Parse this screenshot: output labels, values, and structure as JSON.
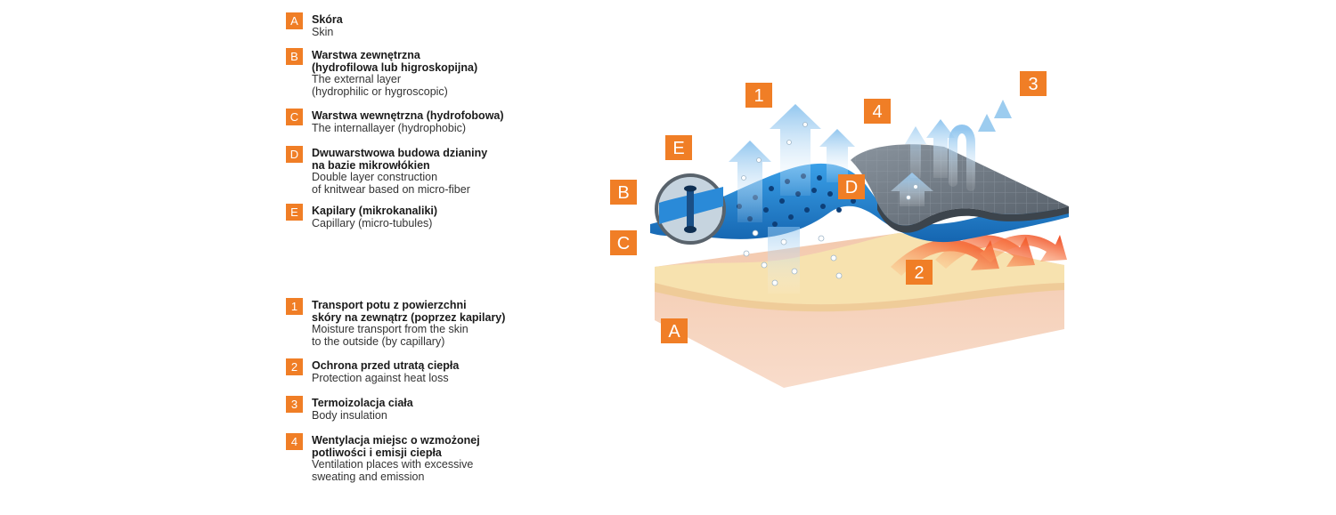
{
  "legend_letters": [
    {
      "key": "A",
      "pl": "Skóra",
      "en": "Skin"
    },
    {
      "key": "B",
      "pl": "Warstwa zewnętrzna\n(hydrofilowa lub higroskopijna)",
      "en": "The external layer\n(hydrophilic or hygroscopic)"
    },
    {
      "key": "C",
      "pl": "Warstwa wewnętrzna (hydrofobowa)",
      "en": "The internallayer (hydrophobic)"
    },
    {
      "key": "D",
      "pl": "Dwuwarstwowa budowa dzianiny\nna bazie mikrowłókien",
      "en": "Double layer construction\nof knitwear based on micro-fiber"
    },
    {
      "key": "E",
      "pl": "Kapilary (mikrokanaliki)",
      "en": "Capillary (micro-tubules)"
    }
  ],
  "legend_numbers": [
    {
      "key": "1",
      "pl": "Transport potu z powierzchni\nskóry na zewnątrz (poprzez kapilary)",
      "en": "Moisture transport from the skin\nto the outside (by capillary)"
    },
    {
      "key": "2",
      "pl": "Ochrona przed utratą ciepła",
      "en": "Protection against heat loss"
    },
    {
      "key": "3",
      "pl": "Termoizolacja ciała",
      "en": "Body insulation"
    },
    {
      "key": "4",
      "pl": "Wentylacja miejsc o wzmożonej\npotliwości i emisji ciepła",
      "en": "Ventilation places with excessive\nsweating and emission"
    }
  ],
  "diagram_labels": {
    "A": "A",
    "B": "B",
    "C": "C",
    "D": "D",
    "E": "E",
    "n1": "1",
    "n2": "2",
    "n3": "3",
    "n4": "4"
  },
  "colors": {
    "accent": "#f07e26",
    "fabric_blue": "#1f86d4",
    "fabric_grey": "#6f7a86",
    "skin": "#f6c7aa",
    "fat": "#f7e3b0"
  }
}
